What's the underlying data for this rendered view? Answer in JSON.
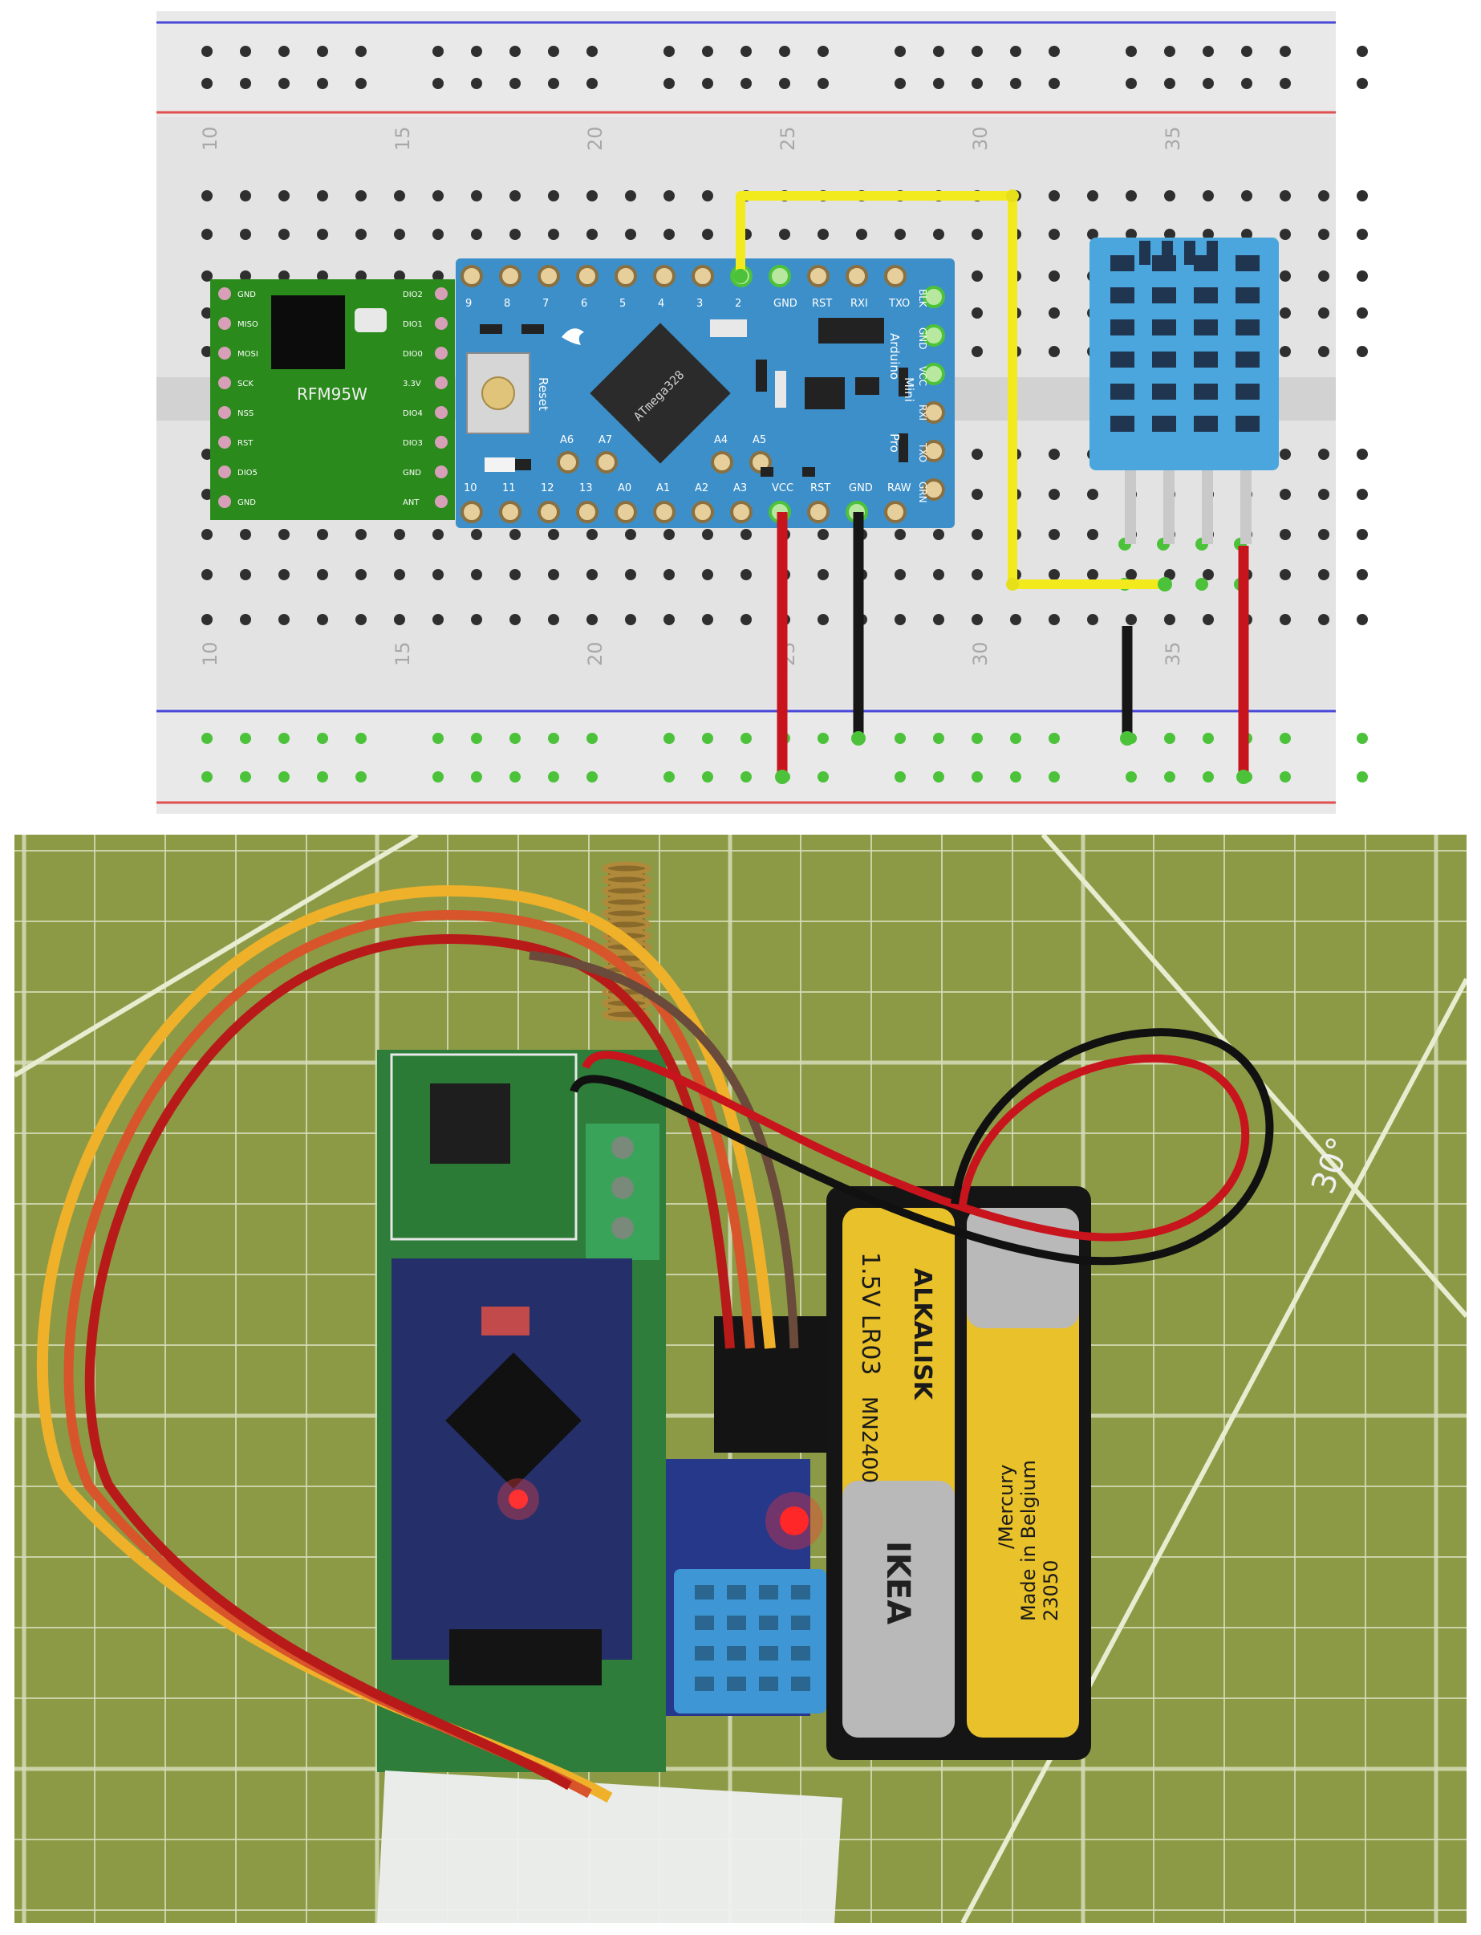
{
  "breadboard": {
    "column_numbers": [
      "10",
      "15",
      "20",
      "25",
      "30",
      "35"
    ],
    "colors": {
      "board": "#e3e3e3",
      "hole": "#2f2f2f",
      "hole_connected": "#4cc23a",
      "rail_blue": "#4848d8",
      "rail_red": "#e05050",
      "wire_yellow": "#f2ea1c",
      "wire_red": "#c8141c",
      "wire_black": "#161616"
    }
  },
  "rfm": {
    "name": "RFM95W",
    "left_pins": [
      "GND",
      "MISO",
      "MOSI",
      "SCK",
      "NSS",
      "RST",
      "DIO5",
      "GND"
    ],
    "right_pins": [
      "DIO2",
      "DIO1",
      "DIO0",
      "3.3V",
      "DIO4",
      "DIO3",
      "GND",
      "ANT"
    ],
    "color": "#2a8a1c"
  },
  "arduino": {
    "top_pins": [
      "9",
      "8",
      "7",
      "6",
      "5",
      "4",
      "3",
      "2",
      "GND",
      "RST",
      "RXI",
      "TXO"
    ],
    "bottom_pins": [
      "10",
      "11",
      "12",
      "13",
      "A0",
      "A1",
      "A2",
      "A3",
      "VCC",
      "RST",
      "GND",
      "RAW"
    ],
    "inner_labels": [
      "A6",
      "A7",
      "A4",
      "A5"
    ],
    "side_pins": [
      "BLK",
      "GND",
      "VCC",
      "RXI",
      "TXO",
      "GRN"
    ],
    "chip_text": "ATmega328",
    "board_text": [
      "Arduino",
      "Pro",
      "Mini"
    ],
    "reset_text": "Reset",
    "color": "#3d8fc9"
  },
  "dht": {
    "color": "#4aa6dd"
  },
  "photo": {
    "battery_label_1": "1.5V LR03",
    "battery_brand_1": "ALKALISK",
    "battery_code_1": "MN2400",
    "battery_brand_2": "IKEA",
    "battery_label_2": [
      "/Mercury",
      "Made in Belgium",
      "23050"
    ],
    "mat_marking": "30°",
    "colors": {
      "mat": "#8c9a45",
      "mat_grid": "#e8ecd0",
      "pcb_green": "#2e7d3a",
      "pcb_blue": "#25306b",
      "battery_yellow": "#e9c12a",
      "holder": "#151515"
    }
  }
}
